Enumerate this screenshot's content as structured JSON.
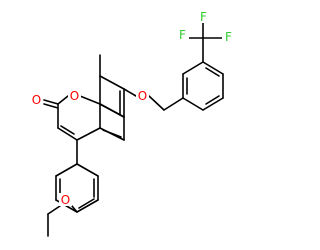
{
  "molecule": {
    "atoms": {
      "F1": "F",
      "F2": "F",
      "F3": "F",
      "O_carbonyl": "O",
      "O_ring": "O",
      "O_ether": "O",
      "O_methoxy": "O"
    }
  },
  "colors": {
    "bond": "#000000",
    "oxygen": "#ff0000",
    "fluorine": "#33cc33",
    "background": "#ffffff"
  }
}
